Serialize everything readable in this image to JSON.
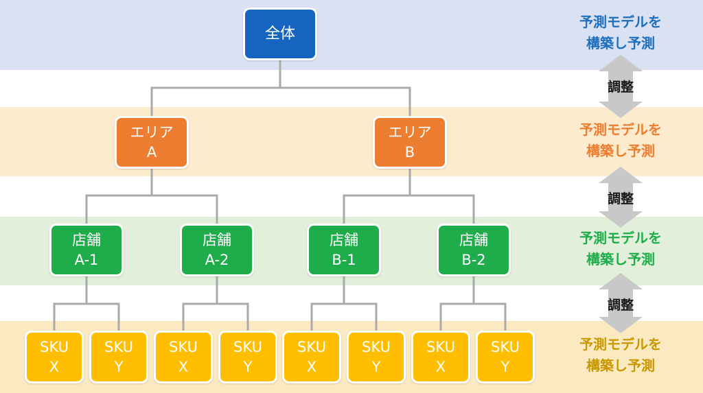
{
  "levels": [
    {
      "label_line1": "予測モデルを",
      "label_line2": "構築し予測",
      "color": "#1f6fbd"
    },
    {
      "label_line1": "予測モデルを",
      "label_line2": "構築し予測",
      "color": "#ed7d31"
    },
    {
      "label_line1": "予測モデルを",
      "label_line2": "構築し予測",
      "color": "#1fad4c"
    },
    {
      "label_line1": "予測モデルを",
      "label_line2": "構築し予測",
      "color": "#c99700"
    }
  ],
  "adjust_label": [
    "調整",
    "調整",
    "調整"
  ],
  "root": {
    "line1": "全体"
  },
  "areas": [
    {
      "line1": "エリア",
      "line2": "A"
    },
    {
      "line1": "エリア",
      "line2": "B"
    }
  ],
  "stores": [
    {
      "line1": "店舗",
      "line2": "A-1"
    },
    {
      "line1": "店舗",
      "line2": "A-2"
    },
    {
      "line1": "店舗",
      "line2": "B-1"
    },
    {
      "line1": "店舗",
      "line2": "B-2"
    }
  ],
  "skus": [
    {
      "line1": "SKU",
      "line2": "X"
    },
    {
      "line1": "SKU",
      "line2": "Y"
    },
    {
      "line1": "SKU",
      "line2": "X"
    },
    {
      "line1": "SKU",
      "line2": "Y"
    },
    {
      "line1": "SKU",
      "line2": "X"
    },
    {
      "line1": "SKU",
      "line2": "Y"
    },
    {
      "line1": "SKU",
      "line2": "X"
    },
    {
      "line1": "SKU",
      "line2": "Y"
    }
  ],
  "colors": {
    "root": "#1565c0",
    "area": "#ed7d31",
    "store": "#1fad4c",
    "sku": "#ffbf00",
    "connector": "#aaaaaa",
    "arrow": "#c8c8c8"
  }
}
